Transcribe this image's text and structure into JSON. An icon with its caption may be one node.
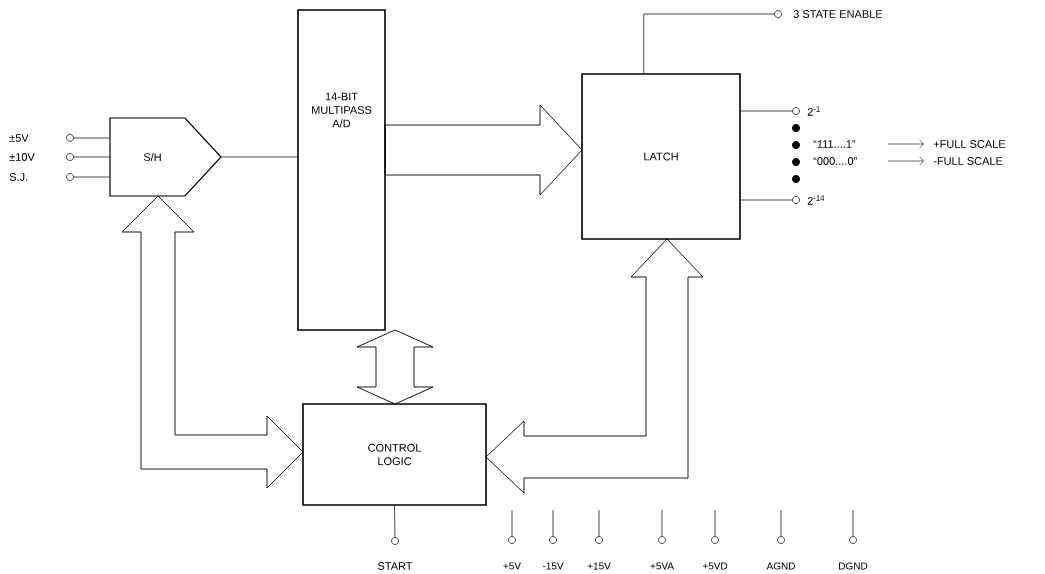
{
  "diagram": {
    "nodes": [
      {
        "text": [
          "S/H"
        ]
      },
      {
        "text": [
          "14-BIT MULTIPASS A/D"
        ]
      },
      {
        "text": [
          "LATCH"
        ]
      },
      {
        "text": [
          "CONTROL LOGIC"
        ]
      },
      {
        "text": [
          "±5V"
        ]
      },
      {
        "text": [
          "±10V"
        ]
      },
      {
        "text": [
          "S.J."
        ]
      },
      {
        "text": [
          "3  STATE ENABLE"
        ]
      },
      {
        "text": [
          "2$^{-1}$"
        ]
      },
      {
        "text": [
          "2$^{-14}$"
        ]
      },
      {
        "text": [
          "START"
        ]
      }
    ],
    "edges": [
      {
        "from": 4,
        "to": 0,
        "arrow": "none"
      },
      {
        "from": 5,
        "to": 0,
        "arrow": "none"
      },
      {
        "from": 6,
        "to": 0,
        "arrow": "none"
      },
      {
        "from": 0,
        "to": 1,
        "arrow": "none"
      },
      {
        "from": 1,
        "to": 2,
        "arrow": "to",
        "style": "thick"
      },
      {
        "from": 2,
        "to": 7,
        "arrow": "none"
      },
      {
        "from": 2,
        "to": 8,
        "arrow": "none"
      },
      {
        "from": 2,
        "to": 9,
        "arrow": "none"
      },
      {
        "from": 1,
        "to": 3,
        "arrow": "both",
        "style": "thick"
      },
      {
        "from": 0,
        "to": 3,
        "arrow": "both",
        "style": "thick"
      },
      {
        "from": 2,
        "to": 3,
        "arrow": "both",
        "style": "thick"
      },
      {
        "from": 3,
        "to": 10,
        "arrow": "none"
      }
    ],
    "labels": [
      "“111....1”",
      "+FULL SCALE",
      "“000....0”",
      "-FULL SCALE",
      "+5V",
      "-15V",
      "+15V",
      "+5VA",
      "+5VD",
      "AGND",
      "DGND"
    ]
  }
}
